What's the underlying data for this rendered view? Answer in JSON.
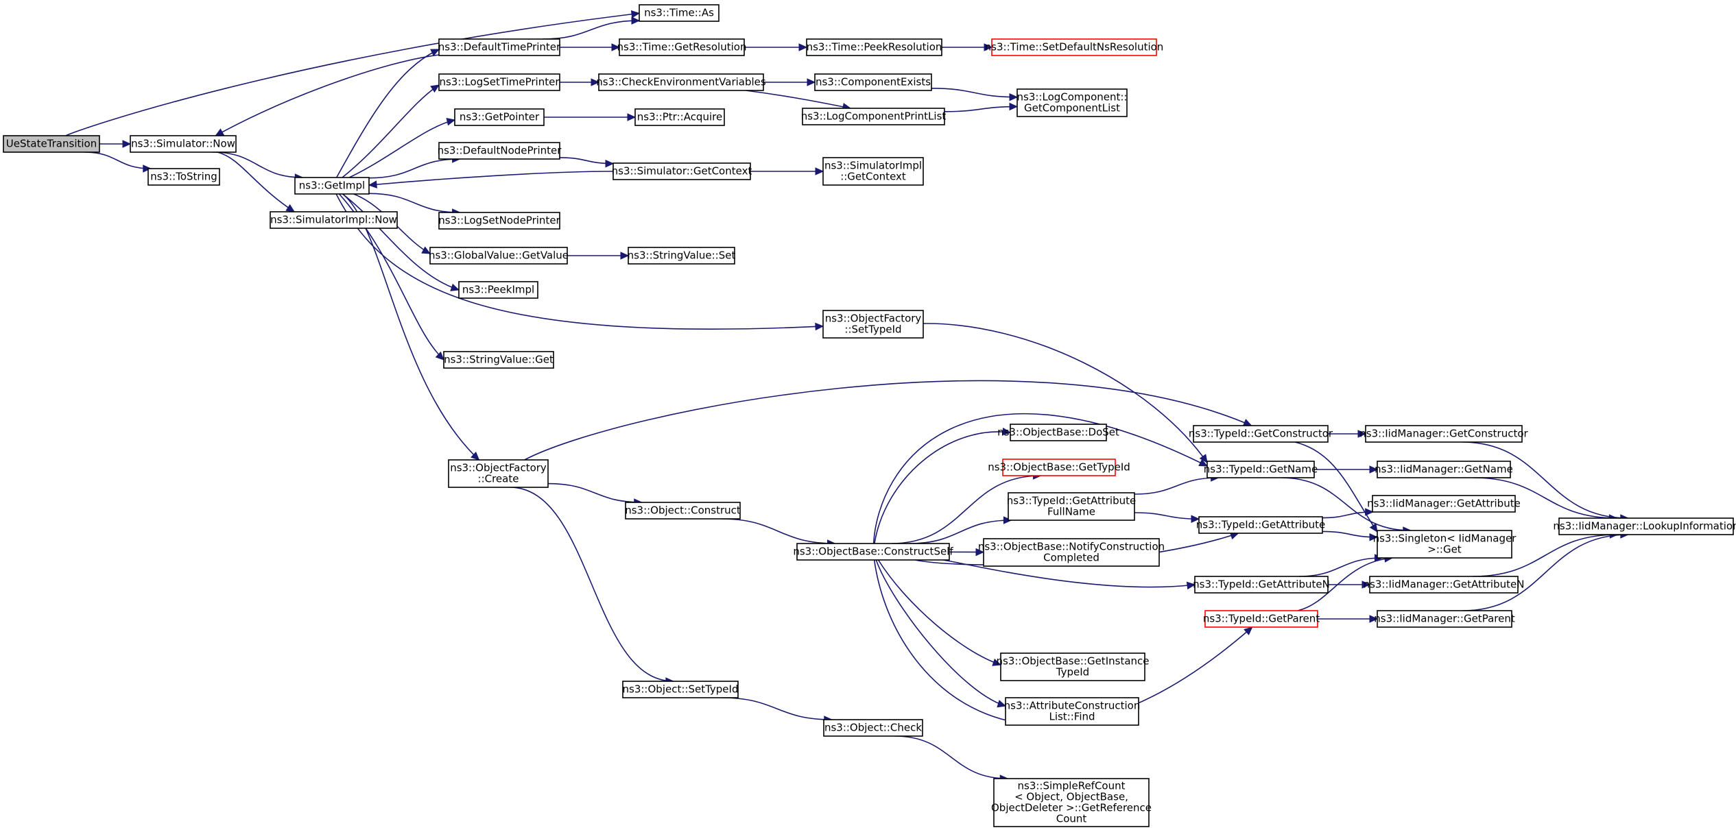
{
  "nodes": {
    "ue": {
      "lines": [
        "UeStateTransition"
      ],
      "style": "root"
    },
    "simnow": {
      "lines": [
        "ns3::Simulator::Now"
      ]
    },
    "tostring": {
      "lines": [
        "ns3::ToString"
      ]
    },
    "getimpl": {
      "lines": [
        "ns3::GetImpl"
      ]
    },
    "simimplnow": {
      "lines": [
        "ns3::SimulatorImpl::Now"
      ]
    },
    "timeas": {
      "lines": [
        "ns3::Time::As"
      ]
    },
    "dtp": {
      "lines": [
        "ns3::DefaultTimePrinter"
      ]
    },
    "getres": {
      "lines": [
        "ns3::Time::GetResolution"
      ]
    },
    "peekres": {
      "lines": [
        "ns3::Time::PeekResolution"
      ]
    },
    "setdefres": {
      "lines": [
        "ns3::Time::SetDefaultNsResolution"
      ],
      "style": "red"
    },
    "lstp": {
      "lines": [
        "ns3::LogSetTimePrinter"
      ]
    },
    "checkenv": {
      "lines": [
        "ns3::CheckEnvironmentVariables"
      ]
    },
    "compexists": {
      "lines": [
        "ns3::ComponentExists"
      ]
    },
    "lcpl": {
      "lines": [
        "ns3::LogComponentPrintList"
      ]
    },
    "getcomplist": {
      "lines": [
        "ns3::LogComponent::",
        "GetComponentList"
      ]
    },
    "getpointer": {
      "lines": [
        "ns3::GetPointer"
      ]
    },
    "ptracquire": {
      "lines": [
        "ns3::Ptr::Acquire"
      ]
    },
    "dnp": {
      "lines": [
        "ns3::DefaultNodePrinter"
      ]
    },
    "simgetctx": {
      "lines": [
        "ns3::Simulator::GetContext"
      ]
    },
    "simimplgetctx": {
      "lines": [
        "ns3::SimulatorImpl",
        "::GetContext"
      ]
    },
    "lsnp": {
      "lines": [
        "ns3::LogSetNodePrinter"
      ]
    },
    "gvgetvalue": {
      "lines": [
        "ns3::GlobalValue::GetValue"
      ]
    },
    "strvalset": {
      "lines": [
        "ns3::StringValue::Set"
      ]
    },
    "peekimpl": {
      "lines": [
        "ns3::PeekImpl"
      ]
    },
    "ofsettypeid": {
      "lines": [
        "ns3::ObjectFactory",
        "::SetTypeId"
      ]
    },
    "strvalget": {
      "lines": [
        "ns3::StringValue::Get"
      ]
    },
    "ofcreate": {
      "lines": [
        "ns3::ObjectFactory",
        "::Create"
      ]
    },
    "objconstruct": {
      "lines": [
        "ns3::Object::Construct"
      ]
    },
    "objsettypeid": {
      "lines": [
        "ns3::Object::SetTypeId"
      ]
    },
    "objcheck": {
      "lines": [
        "ns3::Object::Check"
      ]
    },
    "simplerefcount": {
      "lines": [
        "ns3::SimpleRefCount",
        "< Object, ObjectBase,",
        "ObjectDeleter >::GetReference",
        "Count"
      ]
    },
    "constructself": {
      "lines": [
        "ns3::ObjectBase::ConstructSelf"
      ]
    },
    "doset": {
      "lines": [
        "ns3::ObjectBase::DoSet"
      ]
    },
    "obgettypeid": {
      "lines": [
        "ns3::ObjectBase::GetTypeId"
      ],
      "style": "red"
    },
    "tidgetattrfull": {
      "lines": [
        "ns3::TypeId::GetAttribute",
        "FullName"
      ]
    },
    "notifyconstr": {
      "lines": [
        "ns3::ObjectBase::NotifyConstruction",
        "Completed"
      ]
    },
    "getinsttypeid": {
      "lines": [
        "ns3::ObjectBase::GetInstance",
        "TypeId"
      ]
    },
    "attrconstrfind": {
      "lines": [
        "ns3::AttributeConstruction",
        "List::Find"
      ]
    },
    "tidgetconstructor": {
      "lines": [
        "ns3::TypeId::GetConstructor"
      ]
    },
    "tidgetname": {
      "lines": [
        "ns3::TypeId::GetName"
      ]
    },
    "tidgetattribute": {
      "lines": [
        "ns3::TypeId::GetAttribute"
      ]
    },
    "tidgetattributen": {
      "lines": [
        "ns3::TypeId::GetAttributeN"
      ]
    },
    "tidgetparent": {
      "lines": [
        "ns3::TypeId::GetParent"
      ],
      "style": "red"
    },
    "iidgetconstructor": {
      "lines": [
        "ns3::IidManager::GetConstructor"
      ]
    },
    "iidgetname": {
      "lines": [
        "ns3::IidManager::GetName"
      ]
    },
    "iidgetattribute": {
      "lines": [
        "ns3::IidManager::GetAttribute"
      ]
    },
    "singletonget": {
      "lines": [
        "ns3::Singleton< IidManager",
        ">::Get"
      ]
    },
    "iidgetattributen": {
      "lines": [
        "ns3::IidManager::GetAttributeN"
      ]
    },
    "iidgetparent": {
      "lines": [
        "ns3::IidManager::GetParent"
      ]
    },
    "lookupinfo": {
      "lines": [
        "ns3::IidManager::LookupInformation"
      ]
    }
  },
  "edges": [
    [
      "ue",
      "simnow"
    ],
    [
      "ue",
      "tostring"
    ],
    [
      "ue",
      "timeas"
    ],
    [
      "simnow",
      "getimpl"
    ],
    [
      "simnow",
      "simimplnow"
    ],
    [
      "getimpl",
      "dtp"
    ],
    [
      "getimpl",
      "lstp"
    ],
    [
      "getimpl",
      "getpointer"
    ],
    [
      "getimpl",
      "dnp"
    ],
    [
      "getimpl",
      "lsnp"
    ],
    [
      "getimpl",
      "gvgetvalue"
    ],
    [
      "getimpl",
      "peekimpl"
    ],
    [
      "getimpl",
      "ofsettypeid"
    ],
    [
      "getimpl",
      "strvalget"
    ],
    [
      "getimpl",
      "ofcreate"
    ],
    [
      "dtp",
      "simnow"
    ],
    [
      "dtp",
      "timeas"
    ],
    [
      "dtp",
      "getres"
    ],
    [
      "getres",
      "peekres"
    ],
    [
      "peekres",
      "setdefres"
    ],
    [
      "lstp",
      "checkenv"
    ],
    [
      "checkenv",
      "compexists"
    ],
    [
      "checkenv",
      "lcpl"
    ],
    [
      "compexists",
      "getcomplist"
    ],
    [
      "lcpl",
      "getcomplist"
    ],
    [
      "getpointer",
      "ptracquire"
    ],
    [
      "dnp",
      "simgetctx"
    ],
    [
      "simgetctx",
      "getimpl"
    ],
    [
      "simgetctx",
      "simimplgetctx"
    ],
    [
      "gvgetvalue",
      "strvalset"
    ],
    [
      "ofsettypeid",
      "tidgetname"
    ],
    [
      "ofcreate",
      "tidgetconstructor"
    ],
    [
      "ofcreate",
      "objconstruct"
    ],
    [
      "ofcreate",
      "objsettypeid"
    ],
    [
      "objconstruct",
      "constructself"
    ],
    [
      "objsettypeid",
      "objcheck"
    ],
    [
      "objcheck",
      "simplerefcount"
    ],
    [
      "constructself",
      "doset"
    ],
    [
      "constructself",
      "obgettypeid"
    ],
    [
      "constructself",
      "tidgetattrfull"
    ],
    [
      "constructself",
      "notifyconstr"
    ],
    [
      "constructself",
      "tidgetattribute"
    ],
    [
      "constructself",
      "tidgetattributen"
    ],
    [
      "constructself",
      "getinsttypeid"
    ],
    [
      "constructself",
      "attrconstrfind"
    ],
    [
      "constructself",
      "tidgetparent"
    ],
    [
      "constructself",
      "tidgetname"
    ],
    [
      "tidgetattrfull",
      "tidgetname"
    ],
    [
      "tidgetattrfull",
      "tidgetattribute"
    ],
    [
      "tidgetconstructor",
      "iidgetconstructor"
    ],
    [
      "tidgetconstructor",
      "singletonget"
    ],
    [
      "tidgetname",
      "iidgetname"
    ],
    [
      "tidgetname",
      "singletonget"
    ],
    [
      "tidgetattribute",
      "iidgetattribute"
    ],
    [
      "tidgetattribute",
      "singletonget"
    ],
    [
      "tidgetattributen",
      "iidgetattributen"
    ],
    [
      "tidgetattributen",
      "singletonget"
    ],
    [
      "tidgetparent",
      "iidgetparent"
    ],
    [
      "tidgetparent",
      "singletonget"
    ],
    [
      "iidgetconstructor",
      "lookupinfo"
    ],
    [
      "iidgetname",
      "lookupinfo"
    ],
    [
      "iidgetattributen",
      "lookupinfo"
    ],
    [
      "iidgetparent",
      "lookupinfo"
    ]
  ]
}
